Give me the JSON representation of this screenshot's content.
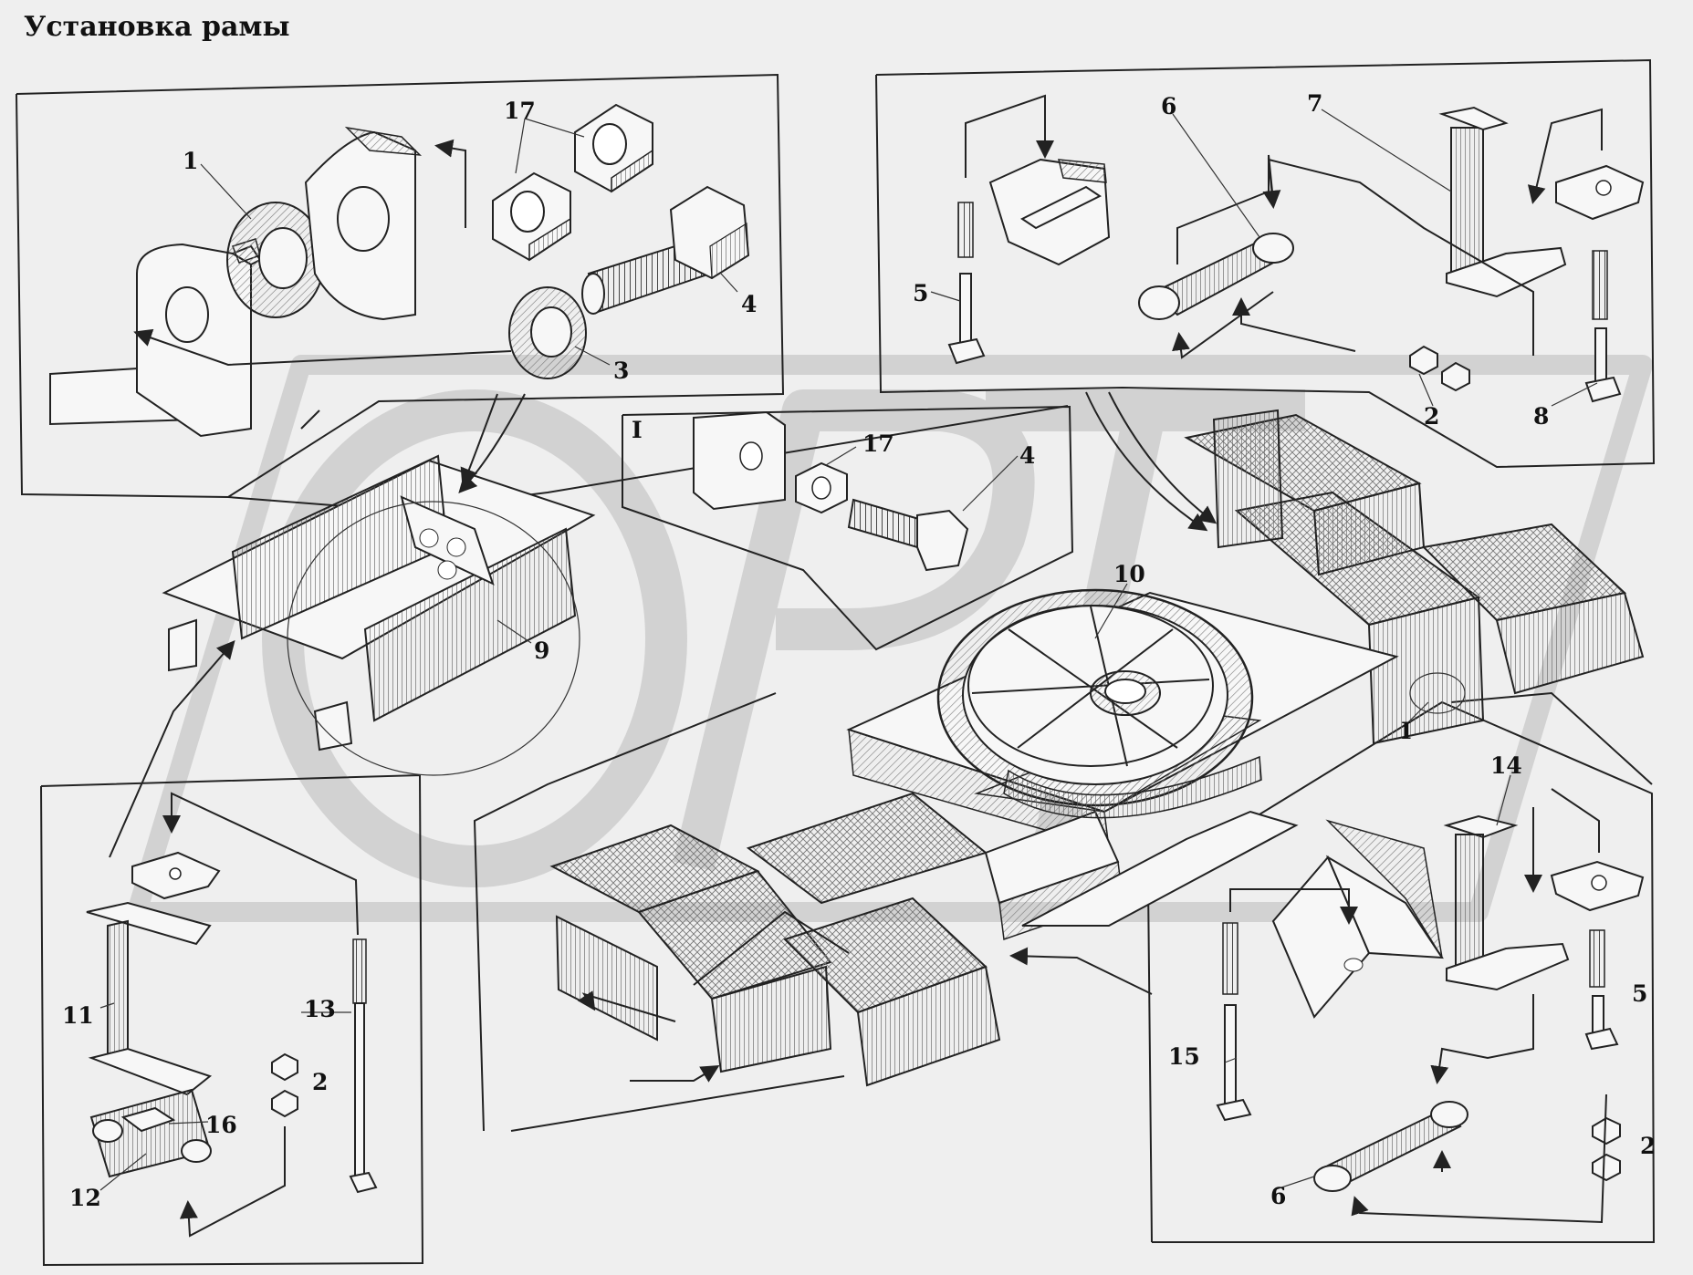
{
  "title": "Установка рамы",
  "watermark": "ОРТ",
  "colors": {
    "paper": "#efefef",
    "ink": "#222222",
    "watermark": "#d0d0d0",
    "part_fill": "#f7f7f7",
    "hatch": "#777777"
  },
  "callouts": {
    "c1": "1",
    "c2a": "2",
    "c2b": "2",
    "c2c": "2",
    "c3": "3",
    "c4a": "4",
    "c4b": "4",
    "c5a": "5",
    "c5b": "5",
    "c6a": "6",
    "c6b": "6",
    "c7": "7",
    "c8": "8",
    "c9": "9",
    "c10": "10",
    "c11": "11",
    "c12": "12",
    "c13": "13",
    "c14": "14",
    "c15": "15",
    "c16": "16",
    "c17a": "17",
    "c17b": "17",
    "cIa": "I",
    "cIb": "I"
  }
}
